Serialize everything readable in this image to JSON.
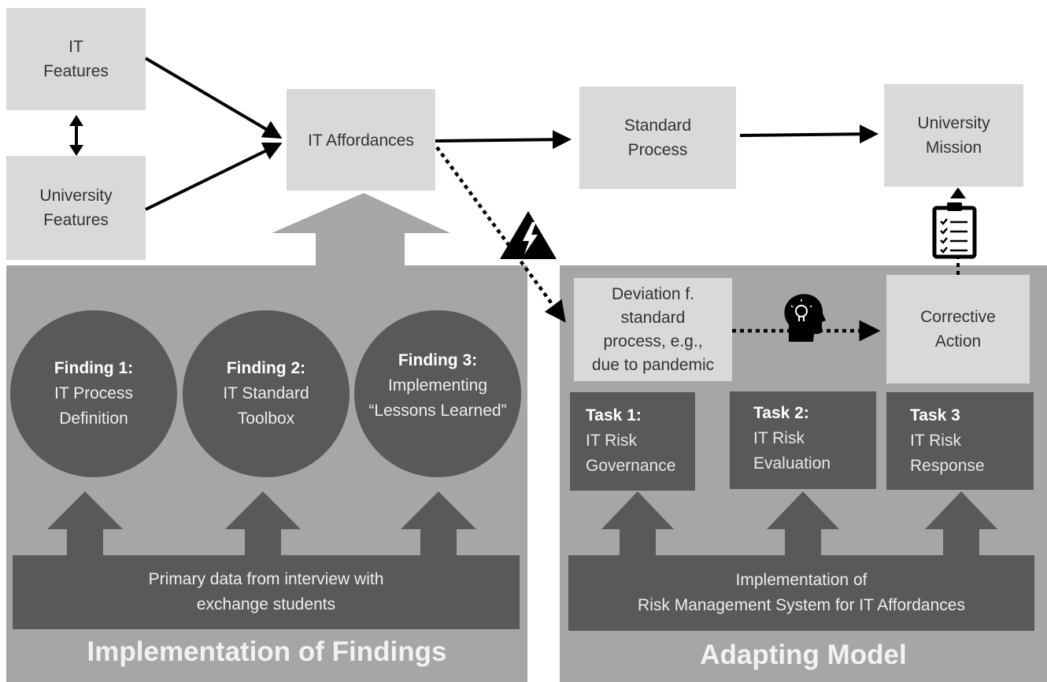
{
  "top": {
    "it_features": [
      "IT",
      "Features"
    ],
    "university_features": [
      "University",
      "Features"
    ],
    "it_affordances": "IT Affordances",
    "standard_process": [
      "Standard",
      "Process"
    ],
    "university_mission": [
      "University",
      "Mission"
    ]
  },
  "left_panel": {
    "title": "Implementation of Findings",
    "findings": [
      {
        "heading": "Finding 1:",
        "lines": [
          "IT Process",
          "Definition"
        ]
      },
      {
        "heading": "Finding 2:",
        "lines": [
          "IT Standard",
          "Toolbox"
        ]
      },
      {
        "heading": "Finding 3:",
        "lines": [
          "Implementing",
          "“Lessons Learned”"
        ]
      }
    ],
    "base": [
      "Primary data from interview with",
      "exchange students"
    ]
  },
  "right_panel": {
    "title": "Adapting Model",
    "deviation": [
      "Deviation f.",
      "standard",
      "process, e.g.,",
      "due to pandemic"
    ],
    "corrective": [
      "Corrective",
      "Action"
    ],
    "tasks": [
      {
        "heading": "Task 1:",
        "lines": [
          "IT Risk",
          "Governance"
        ]
      },
      {
        "heading": "Task 2:",
        "lines": [
          "IT Risk",
          "Evaluation"
        ]
      },
      {
        "heading": "Task 3",
        "lines": [
          "IT Risk",
          "Response"
        ]
      }
    ],
    "base": [
      "Implementation of",
      "Risk Management System for IT Affordances"
    ]
  },
  "icons": [
    "warning-lightning-icon",
    "idea-head-icon",
    "clipboard-checklist-icon"
  ],
  "colors": {
    "light_box": "#d9d9d9",
    "panel": "#a6a6a6",
    "dark": "#595959",
    "arrow": "#000000"
  }
}
